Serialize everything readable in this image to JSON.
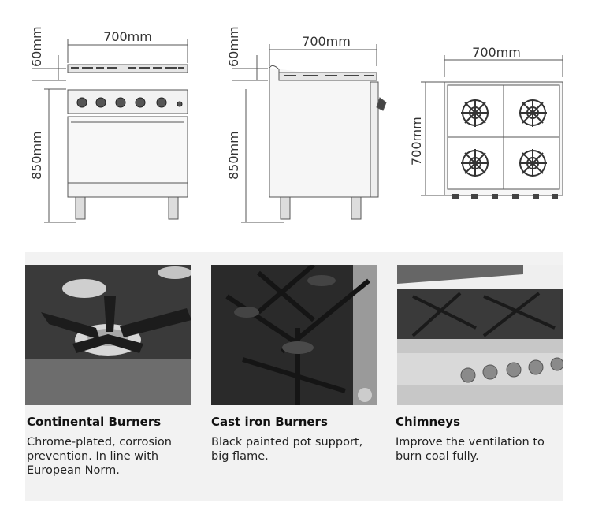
{
  "dimensions": {
    "front": {
      "width": "700mm",
      "top_height": "60mm",
      "body_height": "850mm"
    },
    "side": {
      "depth": "700mm",
      "top_height": "60mm",
      "body_height": "850mm"
    },
    "top": {
      "width": "700mm",
      "depth": "700mm"
    }
  },
  "features": [
    {
      "title": "Continental Burners",
      "desc": "Chrome-plated, corrosion prevention. In line with European Norm."
    },
    {
      "title": "Cast iron Burners",
      "desc": "Black painted pot support, big flame."
    },
    {
      "title": "Chimneys",
      "desc": "Improve the ventilation to burn coal fully."
    }
  ],
  "colors": {
    "panel_bg": "#f2f2f2",
    "line": "#555555",
    "steel": "#c9c9c9",
    "iron": "#2b2b2b"
  }
}
